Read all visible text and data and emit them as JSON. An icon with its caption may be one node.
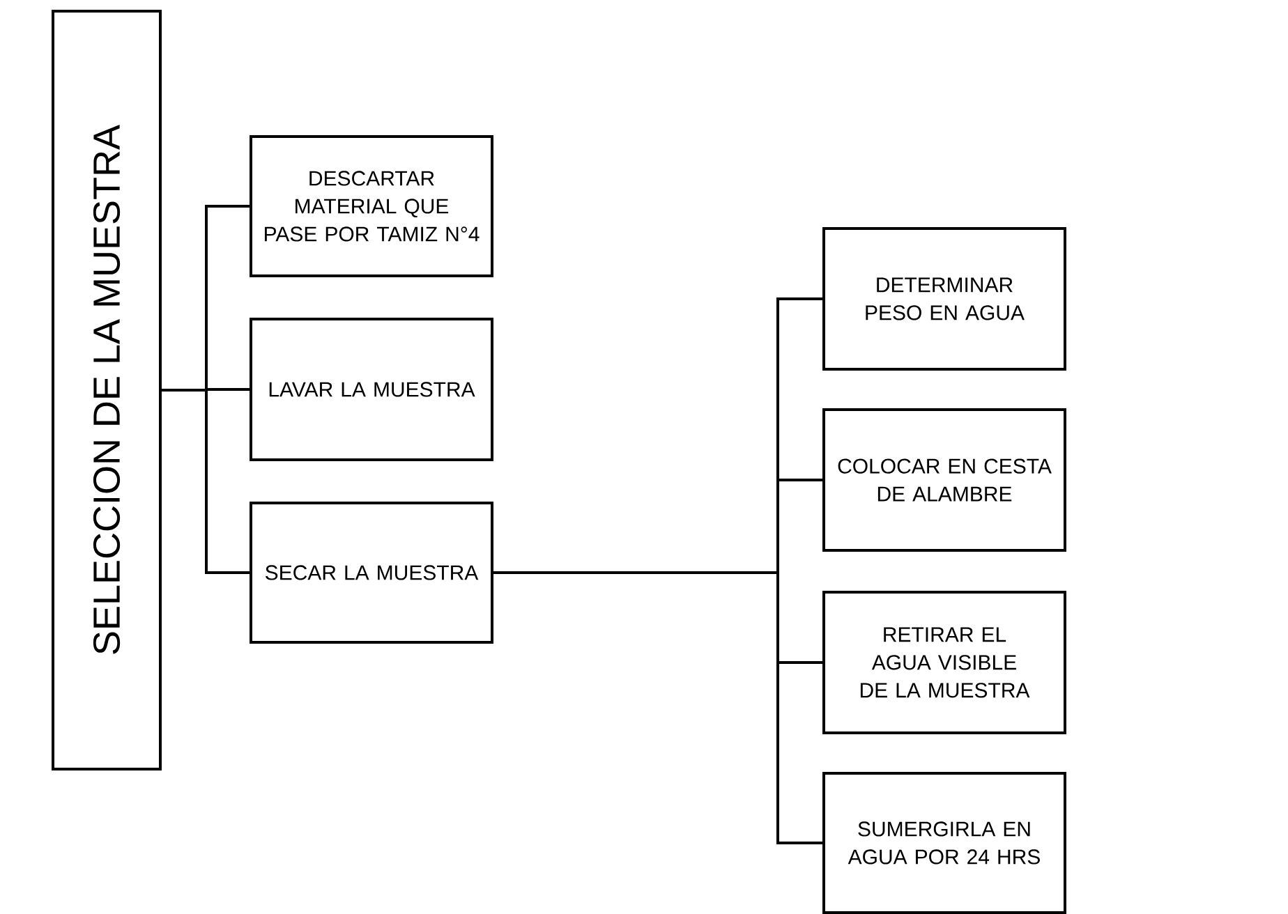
{
  "diagram": {
    "nodes": [
      {
        "text": [
          "SELECCION DE LA MUESTRA"
        ]
      },
      {
        "text": [
          "DESCARTAR MATERIAL QUE PASE POR TAMIZ N°4"
        ]
      },
      {
        "text": [
          "LAVAR LA MUESTRA"
        ]
      },
      {
        "text": [
          "SECAR LA MUESTRA"
        ]
      },
      {
        "text": [
          "DETERMINAR PESO EN AGUA"
        ]
      },
      {
        "text": [
          "COLOCAR EN CESTA DE ALAMBRE"
        ]
      },
      {
        "text": [
          "RETIRAR EL AGUA VISIBLE DE LA MUESTRA"
        ]
      },
      {
        "text": [
          "SUMERGIRLA EN AGUA POR 24 HRS"
        ]
      }
    ],
    "edges": [
      {
        "from": 0,
        "to": 1,
        "arrow": "none"
      },
      {
        "from": 0,
        "to": 2,
        "arrow": "none"
      },
      {
        "from": 0,
        "to": 3,
        "arrow": "none"
      },
      {
        "from": 3,
        "to": 4,
        "arrow": "none"
      },
      {
        "from": 3,
        "to": 5,
        "arrow": "none"
      },
      {
        "from": 3,
        "to": 6,
        "arrow": "none"
      },
      {
        "from": 3,
        "to": 7,
        "arrow": "none"
      }
    ]
  }
}
